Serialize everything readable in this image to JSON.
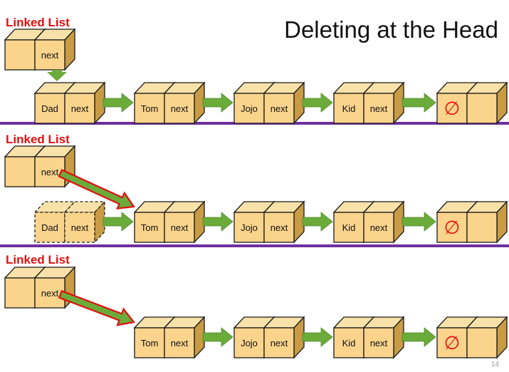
{
  "title": "Deleting at the Head",
  "page_number": "14",
  "colors": {
    "node_front": "#fbd48c",
    "node_top": "#f9e2a9",
    "node_side": "#c99b45",
    "node_border": "#1a1a1a",
    "arrow_green": "#6bab3a",
    "arrow_red_outline": "#e01010",
    "divider": "#7030a0",
    "label_red": "#e01010"
  },
  "panels": [
    {
      "label": "Linked List",
      "head": {
        "next_label": "next",
        "points_to": "Dad"
      },
      "removed": null,
      "nodes": [
        {
          "value": "Dad",
          "next_label": "next"
        },
        {
          "value": "Tom",
          "next_label": "next"
        },
        {
          "value": "Jojo",
          "next_label": "next"
        },
        {
          "value": "Kid",
          "next_label": "next"
        }
      ],
      "null_symbol": "∅"
    },
    {
      "label": "Linked List",
      "head": {
        "next_label": "next",
        "points_to": "Tom"
      },
      "removed": {
        "value": "Dad",
        "next_label": "next",
        "style": "dashed"
      },
      "nodes": [
        {
          "value": "Tom",
          "next_label": "next"
        },
        {
          "value": "Jojo",
          "next_label": "next"
        },
        {
          "value": "Kid",
          "next_label": "next"
        }
      ],
      "null_symbol": "∅"
    },
    {
      "label": "Linked List",
      "head": {
        "next_label": "next",
        "points_to": "Tom"
      },
      "removed": null,
      "nodes": [
        {
          "value": "Tom",
          "next_label": "next"
        },
        {
          "value": "Jojo",
          "next_label": "next"
        },
        {
          "value": "Kid",
          "next_label": "next"
        }
      ],
      "null_symbol": "∅"
    }
  ]
}
